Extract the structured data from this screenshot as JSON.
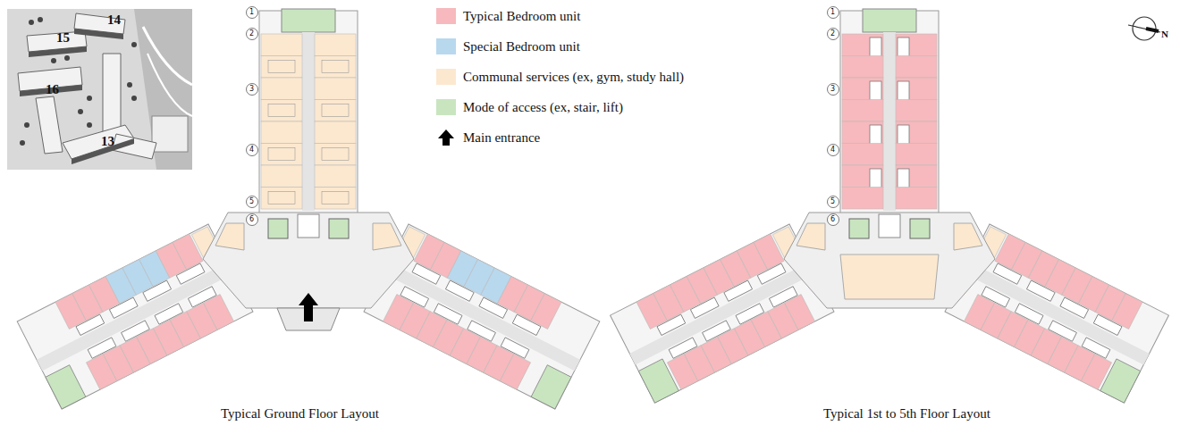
{
  "diagram": {
    "labels": [
      "14",
      "15",
      "16",
      "13",
      "1",
      "2",
      "3",
      "4",
      "5",
      "6",
      "1",
      "2",
      "3",
      "4",
      "5",
      "6",
      "N",
      "Typical Ground Floor Layout",
      "Typical 1st to 5th Floor Layout"
    ],
    "legend": [
      {
        "text": "Typical Bedroom unit",
        "color": "#f7b9bd"
      },
      {
        "text": "Special Bedroom unit",
        "color": "#b8d8ee"
      },
      {
        "text": "Communal services (ex, gym, study hall)",
        "color": "#fce8cf"
      },
      {
        "text": "Mode of access (ex, stair, lift)",
        "color": "#c9e5c0"
      },
      {
        "text": "Main entrance"
      }
    ]
  }
}
